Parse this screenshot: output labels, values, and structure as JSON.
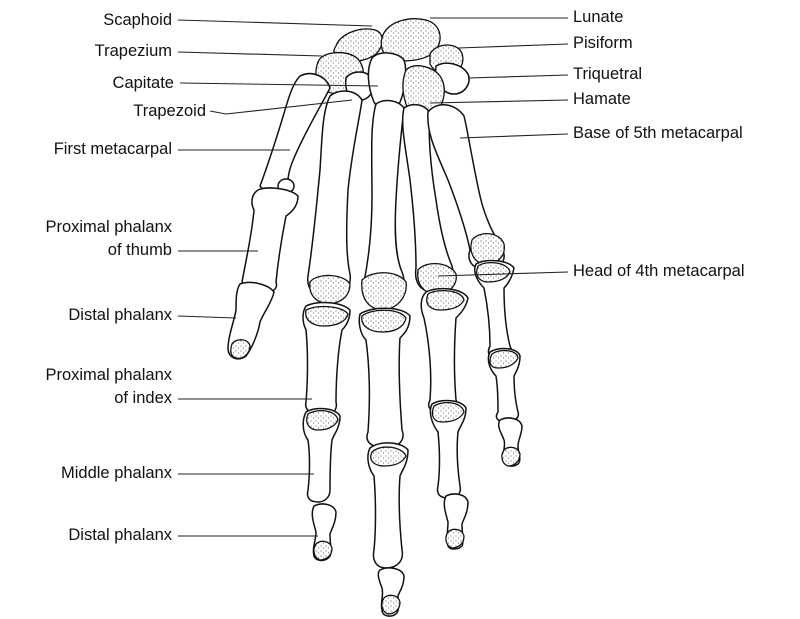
{
  "labels": {
    "scaphoid": "Scaphoid",
    "trapezium": "Trapezium",
    "capitate": "Capitate",
    "trapezoid": "Trapezoid",
    "first_metacarpal": "First metacarpal",
    "proximal_phalanx_thumb_line1": "Proximal phalanx",
    "proximal_phalanx_thumb_line2": "of thumb",
    "distal_phalanx_thumb": "Distal phalanx",
    "proximal_phalanx_index_line1": "Proximal phalanx",
    "proximal_phalanx_index_line2": "of index",
    "middle_phalanx": "Middle phalanx",
    "distal_phalanx_index": "Distal phalanx",
    "lunate": "Lunate",
    "pisiform": "Pisiform",
    "triquetral": "Triquetral",
    "hamate": "Hamate",
    "base_5th_metacarpal": "Base of 5th metacarpal",
    "head_4th_metacarpal": "Head of 4th metacarpal"
  }
}
